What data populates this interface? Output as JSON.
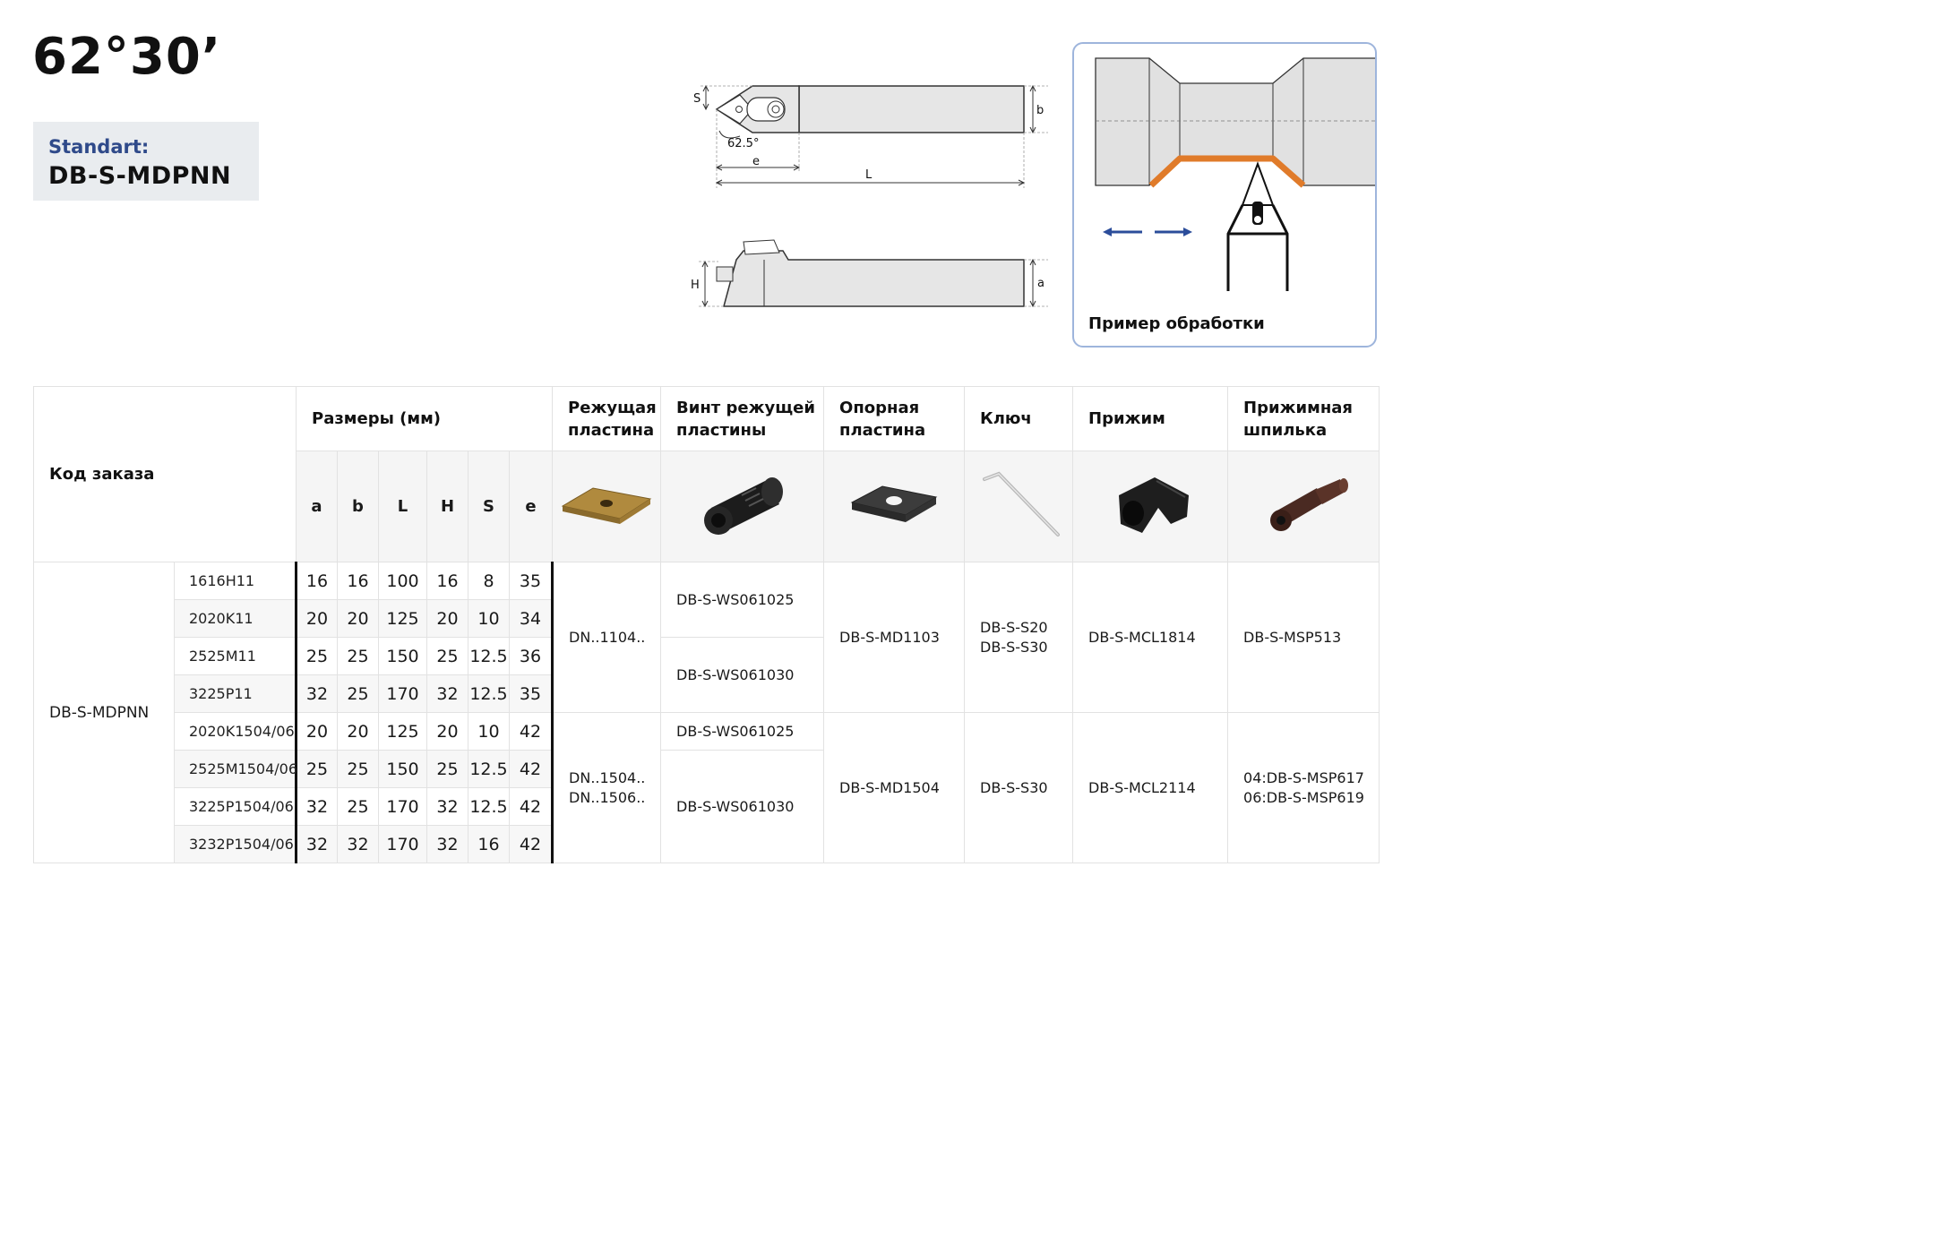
{
  "header": {
    "title": "62°30’",
    "standard_label": "Standart:",
    "standard_value": "DB-S-MDPNN"
  },
  "drawing": {
    "label_s": "S",
    "label_b": "b",
    "label_angle": "62.5°",
    "label_e": "e",
    "label_L": "L",
    "label_H": "H",
    "label_a": "a"
  },
  "example": {
    "caption": "Пример обработки"
  },
  "table": {
    "order_code_header": "Код заказа",
    "dimensions_header": "Размеры (мм)",
    "insert_header": "Режущая пластина",
    "insert_screw_header": "Винт режущей пластины",
    "shim_header": "Опорная пластина",
    "key_header": "Ключ",
    "clamp_header": "Прижим",
    "clamp_pin_header": "Прижимная шпилька",
    "dim_columns": [
      "a",
      "b",
      "L",
      "H",
      "S",
      "e"
    ],
    "order_code": "DB-S-MDPNN",
    "rows": [
      {
        "code": "1616H11",
        "a": "16",
        "b": "16",
        "L": "100",
        "H": "16",
        "S": "8",
        "e": "35"
      },
      {
        "code": "2020K11",
        "a": "20",
        "b": "20",
        "L": "125",
        "H": "20",
        "S": "10",
        "e": "34"
      },
      {
        "code": "2525M11",
        "a": "25",
        "b": "25",
        "L": "150",
        "H": "25",
        "S": "12.5",
        "e": "36"
      },
      {
        "code": "3225P11",
        "a": "32",
        "b": "25",
        "L": "170",
        "H": "32",
        "S": "12.5",
        "e": "35"
      },
      {
        "code": "2020K1504/06",
        "a": "20",
        "b": "20",
        "L": "125",
        "H": "20",
        "S": "10",
        "e": "42"
      },
      {
        "code": "2525M1504/06",
        "a": "25",
        "b": "25",
        "L": "150",
        "H": "25",
        "S": "12.5",
        "e": "42"
      },
      {
        "code": "3225P1504/06",
        "a": "32",
        "b": "25",
        "L": "170",
        "H": "32",
        "S": "12.5",
        "e": "42"
      },
      {
        "code": "3232P1504/06",
        "a": "32",
        "b": "32",
        "L": "170",
        "H": "32",
        "S": "16",
        "e": "42"
      }
    ],
    "group1": {
      "insert": "DN..1104..",
      "screw_1": "DB-S-WS061025",
      "screw_2": "DB-S-WS061030",
      "shim": "DB-S-MD1103",
      "key_1": "DB-S-S20",
      "key_2": "DB-S-S30",
      "clamp": "DB-S-MCL1814",
      "pin": "DB-S-MSP513"
    },
    "group2": {
      "insert_1": "DN..1504..",
      "insert_2": "DN..1506..",
      "screw_1": "DB-S-WS061025",
      "screw_2": "DB-S-WS061030",
      "shim": "DB-S-MD1504",
      "key": "DB-S-S30",
      "clamp": "DB-S-MCL2114",
      "pin_1": "04:DB-S-MSP617",
      "pin_2": "06:DB-S-MSP619"
    }
  },
  "colors": {
    "accent_blue": "#2f4a8a",
    "example_border": "#9eb5dc",
    "chip_orange": "#e07b2a",
    "arrow_blue": "#2b4d9a"
  }
}
